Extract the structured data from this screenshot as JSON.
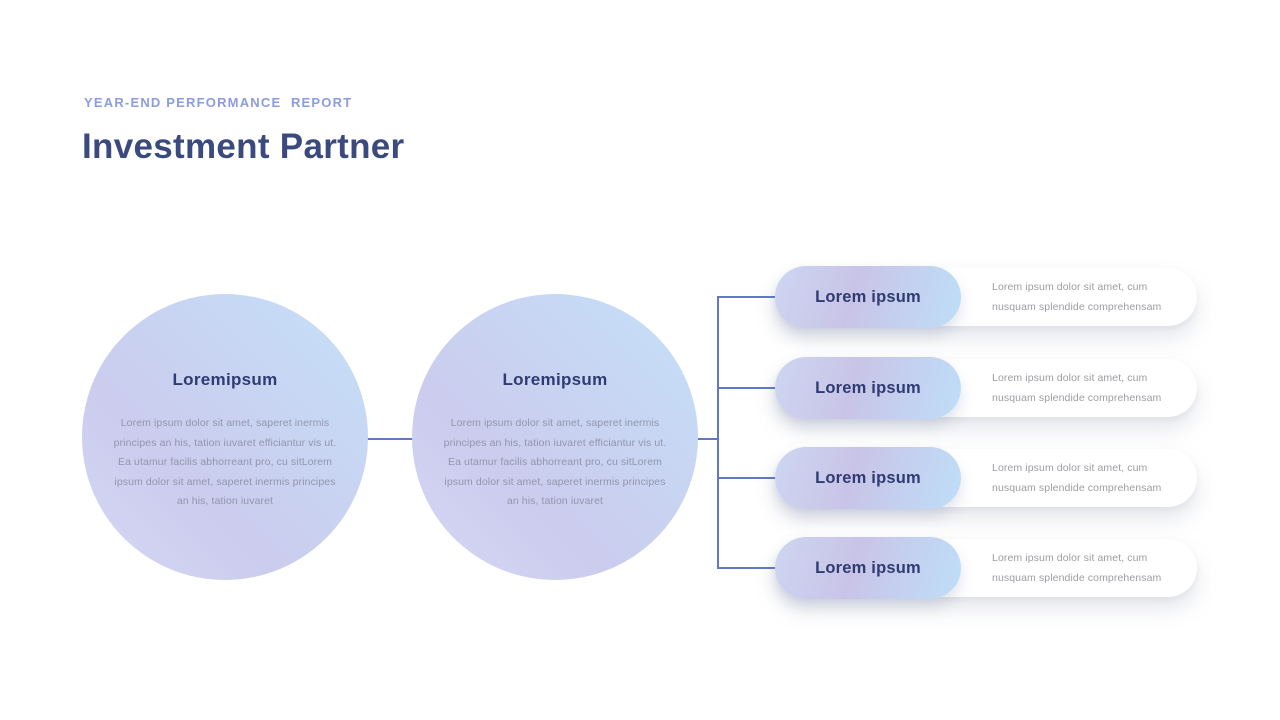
{
  "slide": {
    "eyebrow": "YEAR-END PERFORMANCE  REPORT",
    "title": "Investment Partner"
  },
  "circles": [
    {
      "title": "Loremipsum",
      "body": "Lorem ipsum dolor sit amet, saperet inermis principes an his, tation iuvaret efficiantur vis ut. Ea utamur facilis abhorreant pro, cu sitLorem ipsum dolor sit amet, saperet inermis principes an his, tation iuvaret"
    },
    {
      "title": "Loremipsum",
      "body": "Lorem ipsum dolor sit amet, saperet inermis principes an his, tation iuvaret efficiantur vis ut. Ea utamur facilis abhorreant pro, cu sitLorem ipsum dolor sit amet, saperet inermis principes an his, tation iuvaret"
    }
  ],
  "branch_items": [
    {
      "label": "Lorem ipsum",
      "description": "Lorem ipsum dolor sit amet, cum nusquam splendide comprehensam"
    },
    {
      "label": "Lorem ipsum",
      "description": "Lorem ipsum dolor sit amet, cum nusquam splendide comprehensam"
    },
    {
      "label": "Lorem ipsum",
      "description": "Lorem ipsum dolor sit amet, cum nusquam splendide comprehensam"
    },
    {
      "label": "Lorem ipsum",
      "description": "Lorem ipsum dolor sit amet, cum nusquam splendide comprehensam"
    }
  ],
  "colors": {
    "eyebrow_text": "#8C9CDE",
    "title_text": "#3A4A7E",
    "navy_label_text": "#2F3B72",
    "circle_body_text": "#9196AC",
    "card_description_text": "#9D9DA2",
    "connector_line": "#6079C6",
    "gradient_blue": "#C4E0F8",
    "gradient_purple": "#CBCCEE"
  }
}
